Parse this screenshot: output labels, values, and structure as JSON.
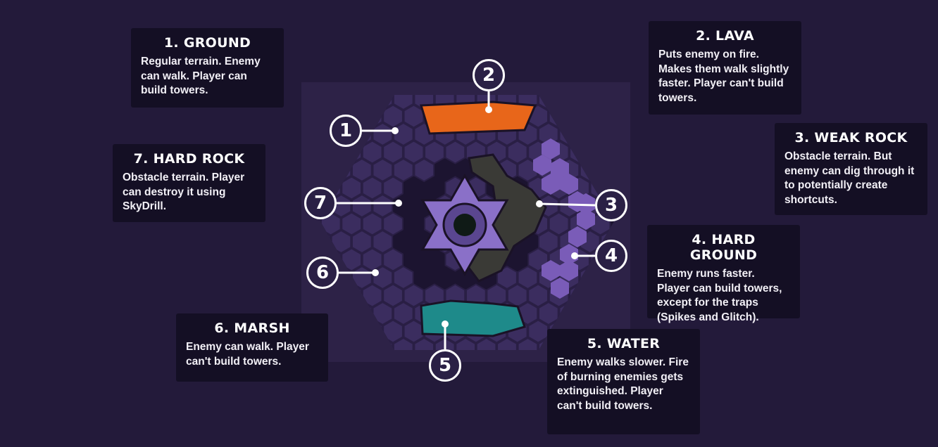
{
  "terrains": [
    {
      "number": "1",
      "title": "1. Ground",
      "description": "Regular terrain. Enemy can walk. Player can build towers."
    },
    {
      "number": "2",
      "title": "2. Lava",
      "description": "Puts enemy on fire. Makes them walk slightly faster. Player can't build towers."
    },
    {
      "number": "3",
      "title": "3. Weak Rock",
      "description": "Obstacle terrain. But enemy can dig through it to potentially create shortcuts."
    },
    {
      "number": "4",
      "title": "4. Hard Ground",
      "description": "Enemy runs faster. Player can build towers, except for the traps (Spikes and Glitch)."
    },
    {
      "number": "5",
      "title": "5. Water",
      "description": "Enemy walks slower. Fire of burning enemies gets extinguished. Player can't build towers."
    },
    {
      "number": "6",
      "title": "6. Marsh",
      "description": "Enemy can walk. Player can't build towers."
    },
    {
      "number": "7",
      "title": "7. Hard Rock",
      "description": "Obstacle terrain. Player can destroy it using SkyDrill."
    }
  ],
  "colors": {
    "background": "#231a3a",
    "panel": "#140f24",
    "ground": "#3b2d5f",
    "lava": "#e8661a",
    "water": "#1e8a8a",
    "weak_rock": "#3a3a36",
    "hard_ground": "#7a5cb8",
    "marsh": "#1c1430"
  }
}
